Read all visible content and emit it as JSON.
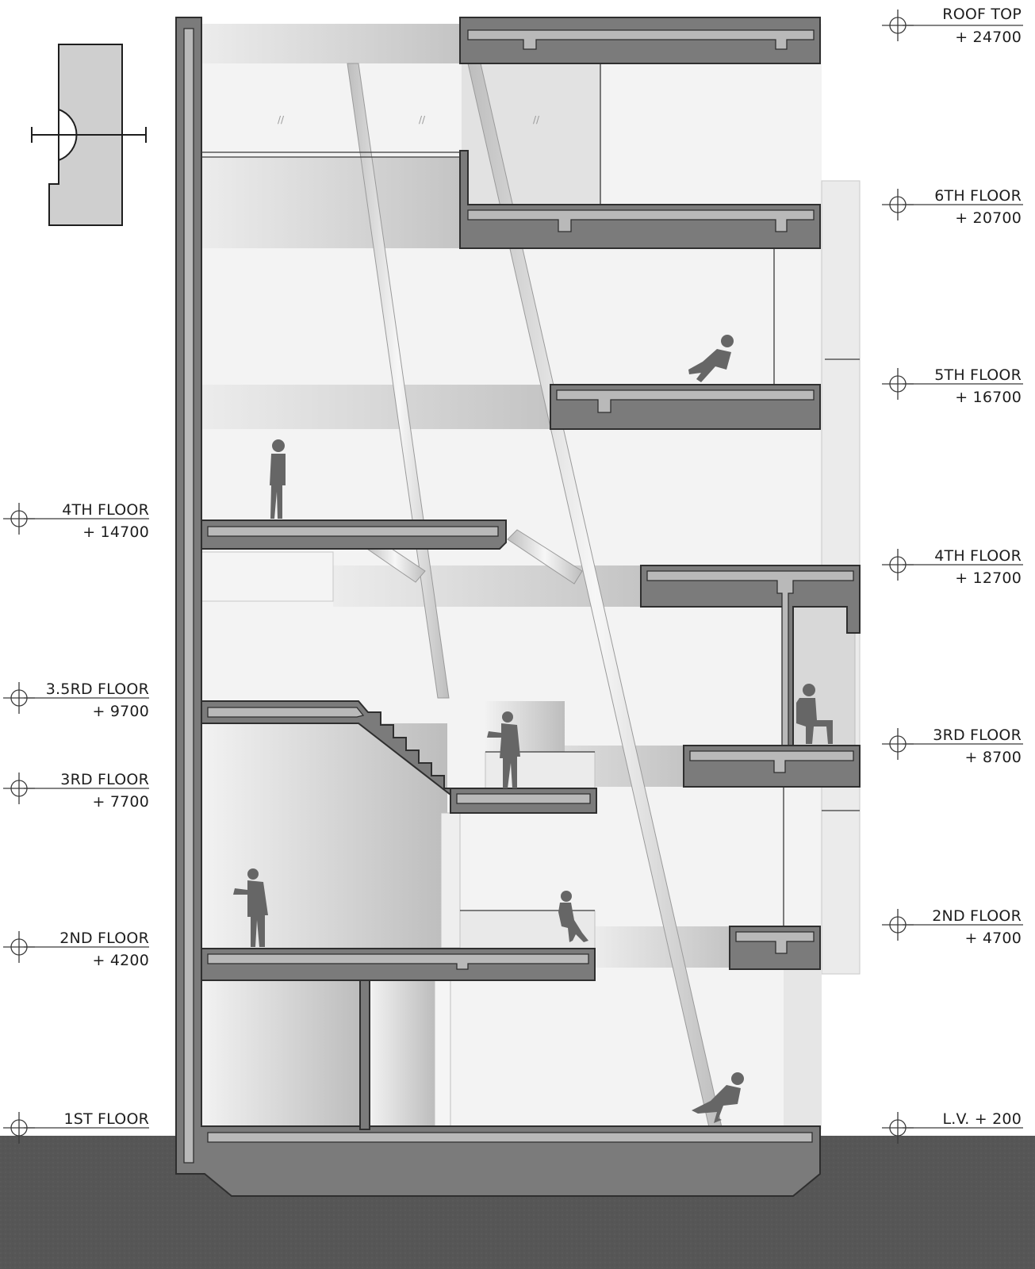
{
  "left_levels": [
    {
      "name": "4TH FLOOR",
      "elev": "+ 14700"
    },
    {
      "name": "3.5RD FLOOR",
      "elev": "+ 9700"
    },
    {
      "name": "3RD FLOOR",
      "elev": "+ 7700"
    },
    {
      "name": "2ND FLOOR",
      "elev": "+ 4200"
    },
    {
      "name": "1ST FLOOR",
      "elev": ""
    }
  ],
  "right_levels": [
    {
      "name": "ROOF TOP",
      "elev": "+ 24700"
    },
    {
      "name": "6TH FLOOR",
      "elev": "+ 20700"
    },
    {
      "name": "5TH FLOOR",
      "elev": "+ 16700"
    },
    {
      "name": "4TH FLOOR",
      "elev": "+ 12700"
    },
    {
      "name": "3RD FLOOR",
      "elev": "+ 8700"
    },
    {
      "name": "2ND FLOOR",
      "elev": "+ 4700"
    },
    {
      "name": "L.V. + 200",
      "elev": ""
    }
  ],
  "colors": {
    "ground": "#555555",
    "slab": "#7b7b7b",
    "slab_inner": "#b9b9b9",
    "glass": "#e6e6e6",
    "key_plan": "#cfcfcf"
  },
  "icons": [
    "level-marker-icon",
    "person-silhouette-icon",
    "key-plan-icon"
  ]
}
